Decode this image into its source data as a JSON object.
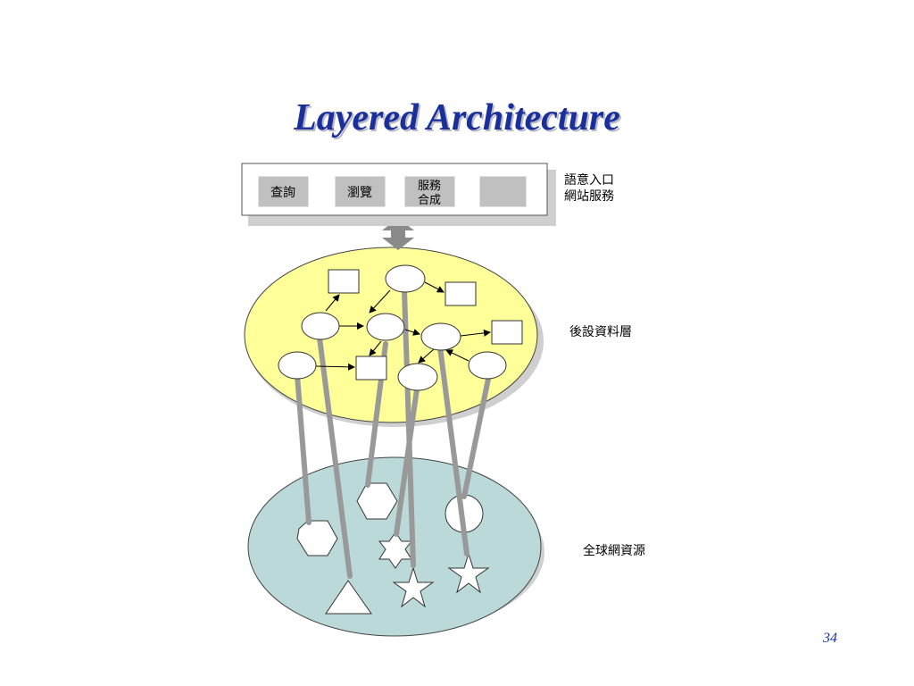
{
  "slide": {
    "title": "Layered Architecture",
    "page_number": "34"
  },
  "top_layer": {
    "buttons": [
      {
        "label": "查詢"
      },
      {
        "label": "瀏覽"
      },
      {
        "label": "服務",
        "label2": "合成"
      },
      {
        "label": ""
      }
    ],
    "side_label_line1": "語意入口",
    "side_label_line2": "網站服務"
  },
  "middle_layer": {
    "side_label": "後設資料層",
    "fill": "#ffff99"
  },
  "bottom_layer": {
    "side_label": "全球網資源",
    "fill": "#bcd9d9"
  },
  "colors": {
    "title": "#1a2f9a",
    "connector": "#999999",
    "button": "#c0c0c0"
  }
}
